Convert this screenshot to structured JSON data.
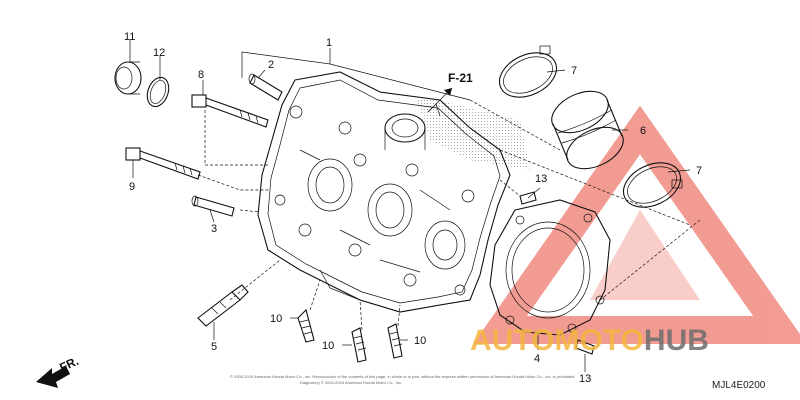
{
  "diagram": {
    "ref_arrow_label": "F-21",
    "direction_label": "FR.",
    "drawing_code": "MJL4E0200",
    "copyright": "© 2000-2024 American Honda Motor Co., Inc. Reproduction of the contents of this page, in whole or in part, without the express written permission of American Honda Motor Co., Inc. is prohibited.",
    "copyright_line2": "Diagram(s) © 2000-2024 American Honda Motor Co., Inc.",
    "watermark": {
      "part1": "AUTO",
      "part2": "MOTO",
      "part3": "HUB",
      "color_primary": "#f4b63e",
      "color_secondary": "#6e6e6e",
      "triangle_color": "#e84a3a"
    },
    "callouts": [
      {
        "id": "c1",
        "label": "1"
      },
      {
        "id": "c2",
        "label": "2"
      },
      {
        "id": "c3",
        "label": "3"
      },
      {
        "id": "c4",
        "label": "4"
      },
      {
        "id": "c5",
        "label": "5"
      },
      {
        "id": "c6",
        "label": "6"
      },
      {
        "id": "c7a",
        "label": "7"
      },
      {
        "id": "c7b",
        "label": "7"
      },
      {
        "id": "c8",
        "label": "8"
      },
      {
        "id": "c9",
        "label": "9"
      },
      {
        "id": "c10a",
        "label": "10"
      },
      {
        "id": "c10b",
        "label": "10"
      },
      {
        "id": "c10c",
        "label": "10"
      },
      {
        "id": "c11",
        "label": "11"
      },
      {
        "id": "c12",
        "label": "12"
      },
      {
        "id": "c13a",
        "label": "13"
      },
      {
        "id": "c13b",
        "label": "13"
      }
    ]
  }
}
